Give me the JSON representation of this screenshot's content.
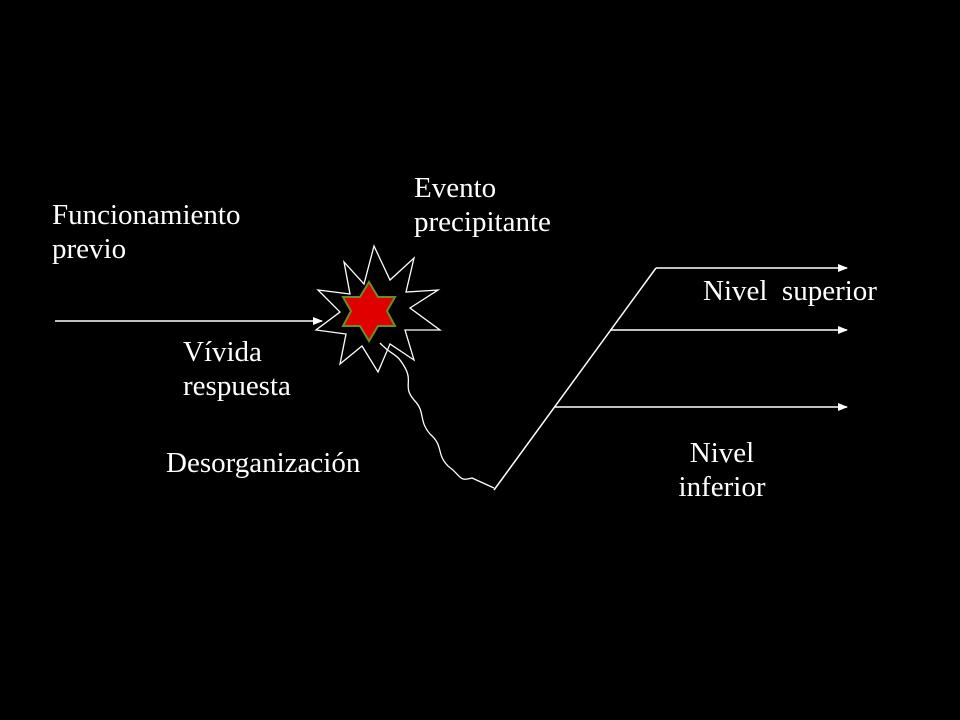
{
  "labels": {
    "funcionamiento": [
      "Funcionamiento",
      "previo"
    ],
    "evento": [
      "Evento",
      "precipitante"
    ],
    "nivel_superior": "Nivel  superior",
    "vivida": [
      "Vívida",
      "respuesta"
    ],
    "desorganizacion": "Desorganización",
    "nivel_inferior": [
      "Nivel",
      "inferior"
    ]
  },
  "colors": {
    "background": "#000000",
    "lines": "#ffffff",
    "star_fill": "#e00000",
    "star_stroke": "#6b8e23",
    "burst_fill": "#000000",
    "burst_stroke": "#ffffff"
  }
}
